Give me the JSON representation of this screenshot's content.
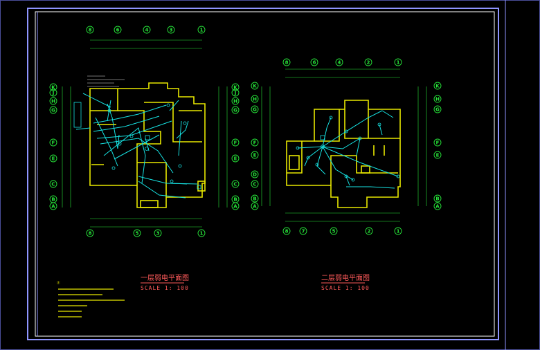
{
  "drawing": {
    "plans": [
      {
        "id": "plan-1",
        "title": "一层弱电平面图",
        "scale": "SCALE 1: 100"
      },
      {
        "id": "plan-2",
        "title": "二层弱电平面图",
        "scale": "SCALE 1: 100"
      }
    ],
    "plan1_top_axes": [
      "8",
      "6",
      "4",
      "3",
      "1"
    ],
    "plan1_bottom_axes": [
      "8",
      "5",
      "3",
      "1"
    ],
    "plan1_left_axes": [
      "K",
      "J",
      "H",
      "G",
      "F",
      "E",
      "C",
      "B",
      "A"
    ],
    "plan1_right_axes": [
      "K",
      "J",
      "H",
      "G",
      "F",
      "E",
      "C",
      "B",
      "A"
    ],
    "plan2_top_axes": [
      "8",
      "6",
      "4",
      "2",
      "1"
    ],
    "plan2_bottom_axes": [
      "8",
      "7",
      "5",
      "2",
      "1"
    ],
    "plan2_left_axes": [
      "K",
      "H",
      "G",
      "F",
      "E",
      "D",
      "C",
      "B",
      "A"
    ],
    "plan2_right_axes": [
      "K",
      "H",
      "G",
      "F",
      "E",
      "B",
      "A"
    ],
    "notes_heading": "注:",
    "notes_count": 6,
    "colors": {
      "background": "#000000",
      "frame": "#8f95ff",
      "frame_inner": "#ffffff",
      "walls": "#e8e800",
      "axes": "#27e83a",
      "wiring": "#17e3e3",
      "title": "#ff5a5a",
      "dimensions": "#e8e8e8"
    }
  }
}
